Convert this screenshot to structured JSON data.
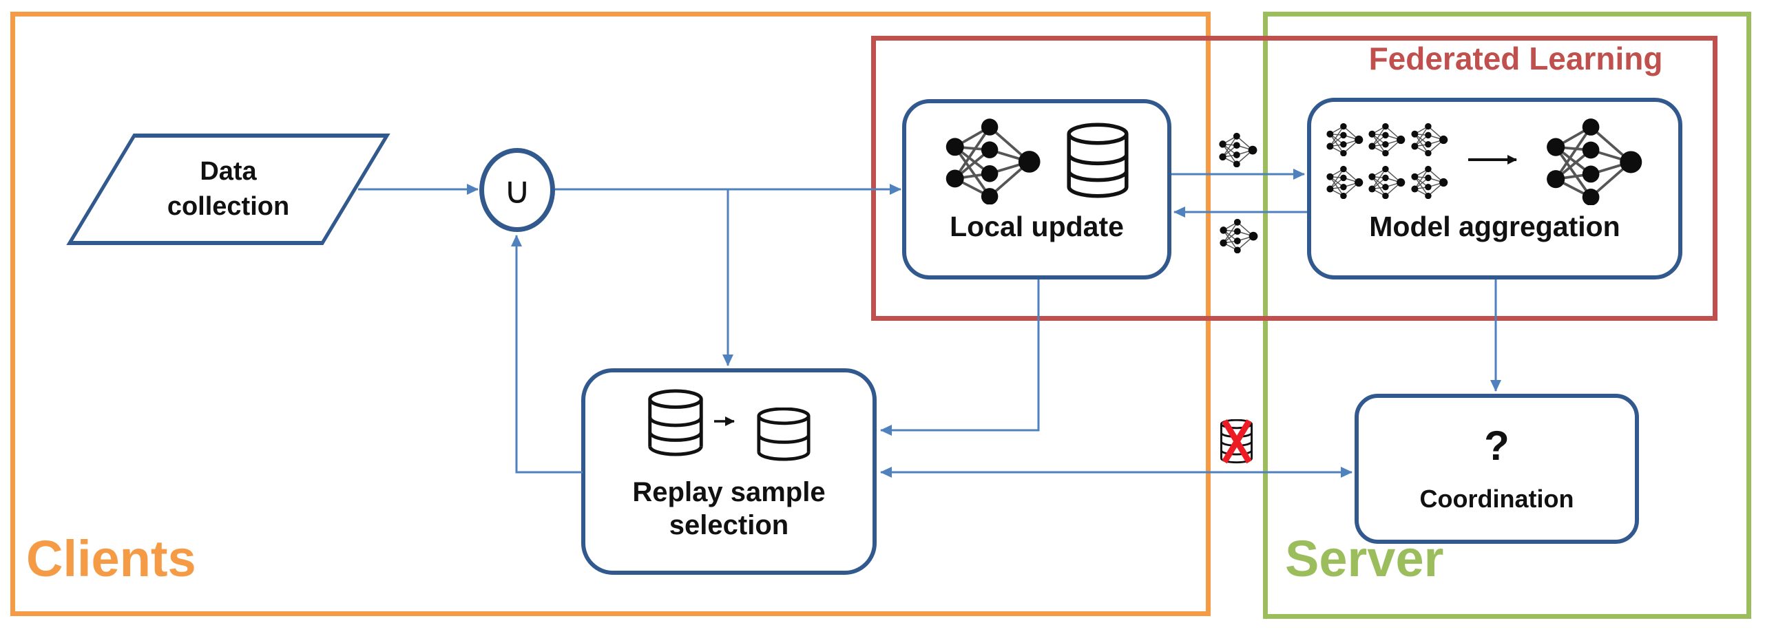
{
  "regions": {
    "clients": {
      "label": "Clients"
    },
    "server": {
      "label": "Server"
    },
    "federated_learning": {
      "label": "Federated Learning"
    }
  },
  "nodes": {
    "data_collection": {
      "line1": "Data",
      "line2": "collection"
    },
    "union": {
      "symbol": "∪"
    },
    "local_update": {
      "label": "Local update"
    },
    "model_aggregation": {
      "label": "Model aggregation"
    },
    "replay_sample_selection": {
      "line1": "Replay sample",
      "line2": "selection"
    },
    "coordination": {
      "symbol": "?",
      "label": "Coordination"
    }
  },
  "icons": {
    "neural_network": "neural-network-icon",
    "database": "database-icon",
    "small_database": "small-database-icon",
    "blocked_database": "blocked-database-icon",
    "aggregate_arrow": "black-arrow-icon"
  },
  "colors": {
    "clients_border": "#F59B45",
    "server_border": "#9CBD5C",
    "federated_learning_border": "#C0504D",
    "node_border": "#31598E",
    "connector": "#4E81BD",
    "icon": "#111111",
    "blocked_x": "#ED1C24"
  }
}
